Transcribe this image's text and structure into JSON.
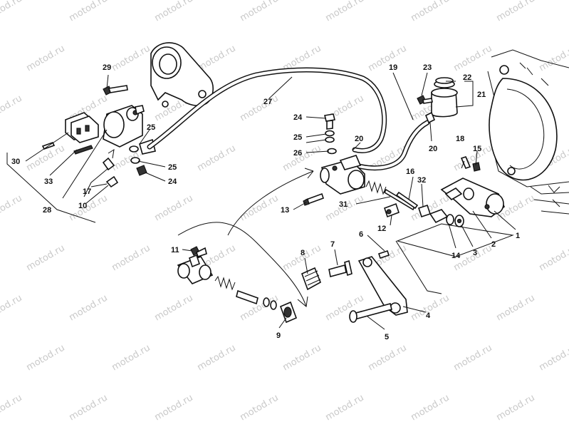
{
  "watermark": {
    "text": "motod.ru"
  },
  "callouts": {
    "c1": "1",
    "c2": "2",
    "c3": "3",
    "c4": "4",
    "c5": "5",
    "c6": "6",
    "c7": "7",
    "c8": "8",
    "c9": "9",
    "c10": "10",
    "c11": "11",
    "c12": "12",
    "c13": "13",
    "c14": "14",
    "c15": "15",
    "c16": "16",
    "c17": "17",
    "c18": "18",
    "c19": "19",
    "c20a": "20",
    "c20b": "20",
    "c21": "21",
    "c22": "22",
    "c23": "23",
    "c24a": "24",
    "c24b": "24",
    "c25a": "25",
    "c25b": "25",
    "c25c": "25",
    "c26": "26",
    "c27": "27",
    "c28": "28",
    "c29": "29",
    "c30": "30",
    "c31": "31",
    "c32": "32",
    "c33": "33"
  }
}
